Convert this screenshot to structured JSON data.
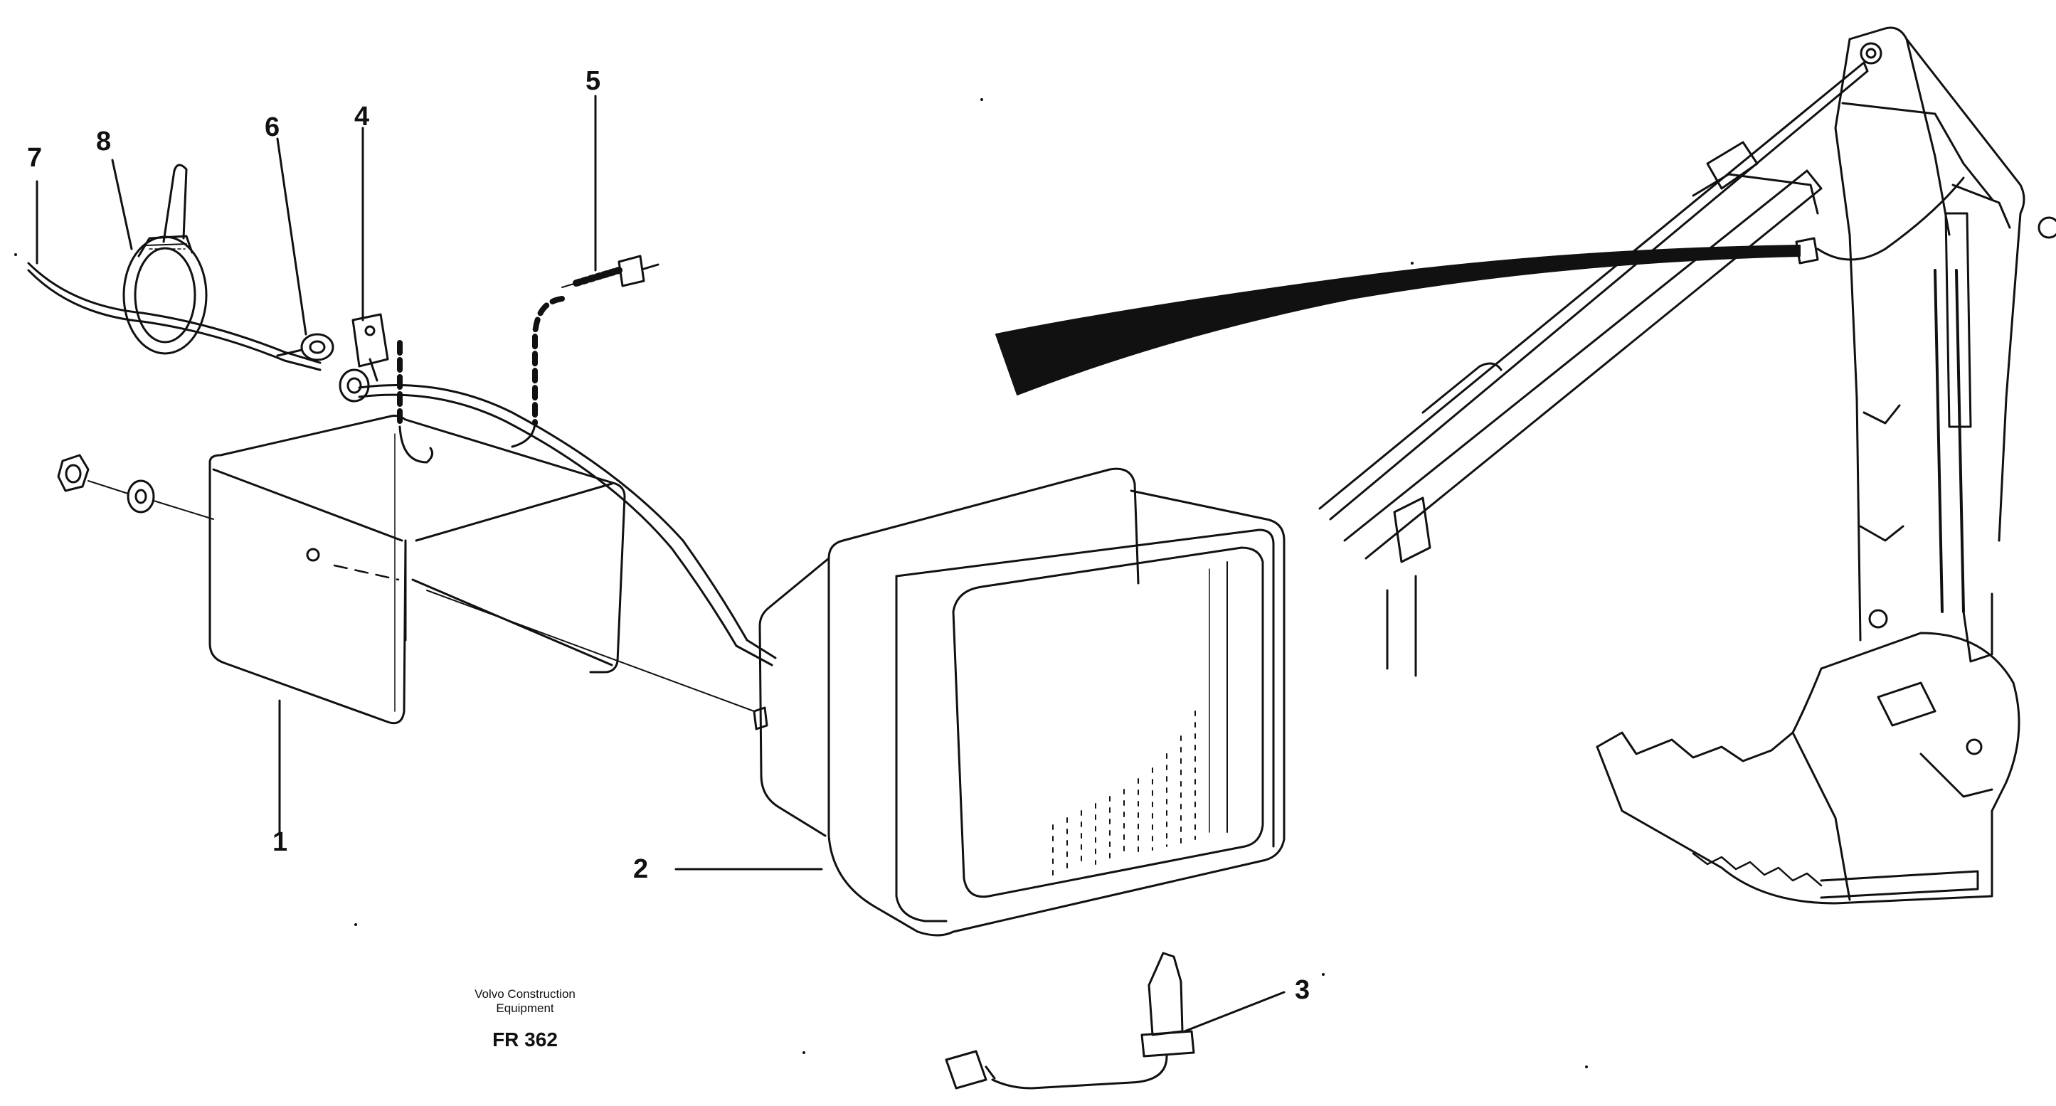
{
  "callouts": {
    "c1": "1",
    "c2": "2",
    "c3": "3",
    "c4": "4",
    "c5": "5",
    "c6": "6",
    "c7": "7",
    "c8": "8"
  },
  "caption": {
    "line1": "Volvo Construction",
    "line2": "Equipment",
    "code": "FR 362"
  }
}
